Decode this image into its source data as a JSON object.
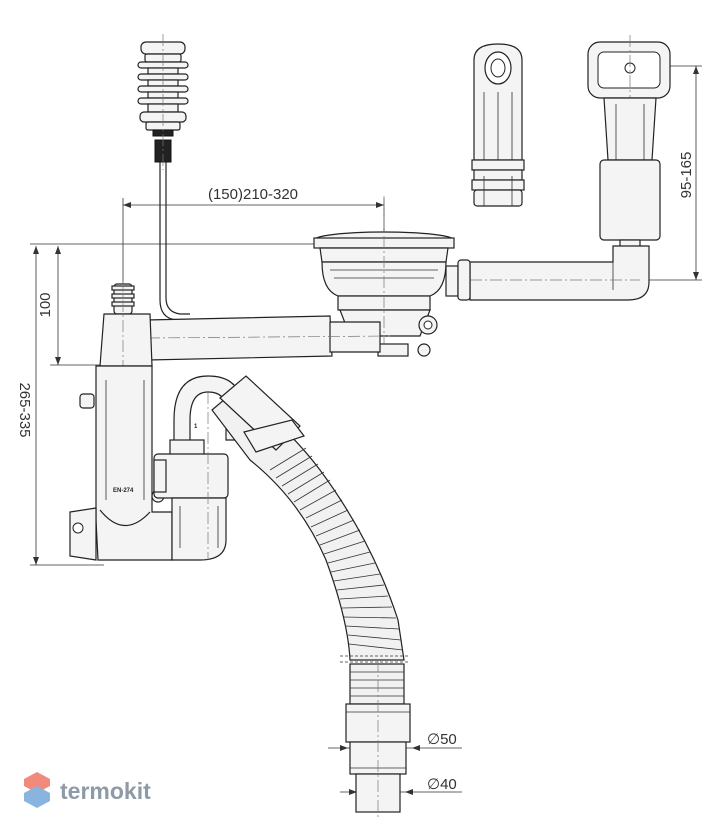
{
  "dimensions": {
    "width_range": "(150)210-320",
    "height_overflow": "100",
    "height_total": "265-335",
    "height_outlet": "95-165",
    "diameter_50": "∅50",
    "diameter_40": "∅40"
  },
  "labels": {
    "standard": "EN-274",
    "marker_1": "1"
  },
  "brand": {
    "name": "termokit",
    "logo_colors": [
      "#f28a7b",
      "#8ab4e0"
    ]
  }
}
